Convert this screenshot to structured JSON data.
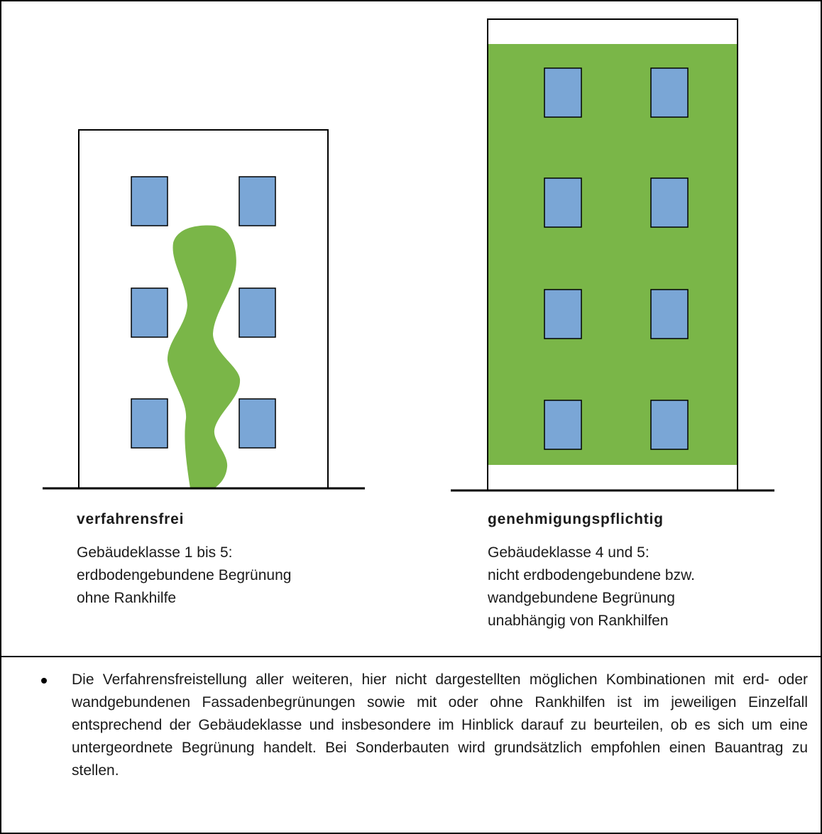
{
  "colors": {
    "greenery": "#7ab648",
    "window_fill": "#7aa6d6",
    "outline": "#000000"
  },
  "left_panel": {
    "title": "verfahrensfrei",
    "lines": [
      "Gebäudeklasse 1 bis 5:",
      "erdbodengebundene Begrünung",
      "ohne Rankhilfe"
    ]
  },
  "right_panel": {
    "title": "genehmigungspflichtig",
    "lines": [
      "Gebäudeklasse 4 und 5:",
      "nicht erdbodengebundene bzw.",
      "wandgebundene Begrünung",
      "unabhängig von Rankhilfen"
    ]
  },
  "note": {
    "text": "Die Verfahrensfreistellung aller weiteren, hier nicht dargestellten möglichen Kombinationen mit erd- oder wandgebundenen Fassadenbegrünungen sowie mit oder ohne Rankhilfen ist im jeweiligen Einzelfall entsprechend der Gebäudeklasse und insbesondere im Hinblick darauf zu beurteilen, ob es sich um eine untergeordnete Begrünung handelt. Bei Sonderbauten wird grundsätzlich empfohlen einen Bauantrag zu stellen."
  }
}
